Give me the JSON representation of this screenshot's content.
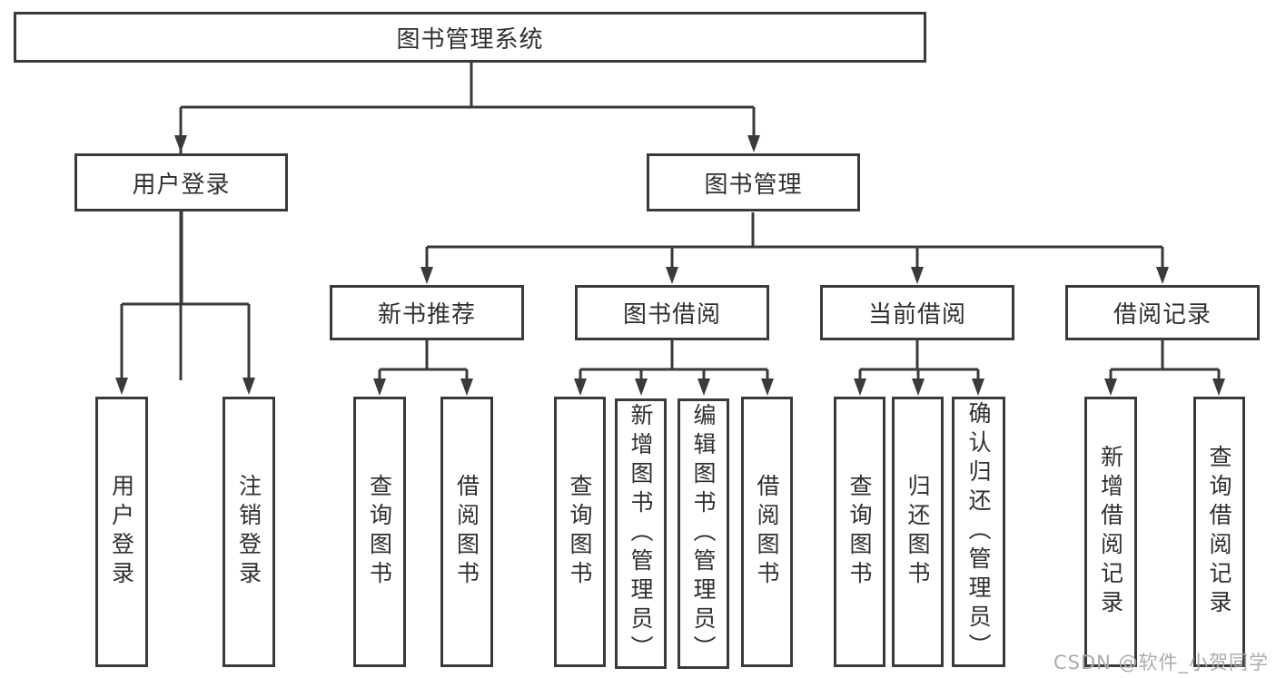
{
  "diagram": {
    "root": {
      "label": "图书管理系统"
    },
    "level2": [
      {
        "label": "用户登录"
      },
      {
        "label": "图书管理"
      }
    ],
    "level3": [
      {
        "label": "新书推荐"
      },
      {
        "label": "图书借阅"
      },
      {
        "label": "当前借阅"
      },
      {
        "label": "借阅记录"
      }
    ],
    "leaves": {
      "user_login": [
        "用户登录",
        "注销登录"
      ],
      "new_book_recommend": [
        "查询图书",
        "借阅图书"
      ],
      "book_borrow": [
        "查询图书",
        "新增图书（管理员）",
        "编辑图书（管理员）",
        "借阅图书"
      ],
      "current_borrow": [
        "查询图书",
        "归还图书",
        "确认归还（管理员）"
      ],
      "borrow_records": [
        "新增借阅记录",
        "查询借阅记录"
      ]
    }
  },
  "watermark": {
    "text": "CSDN @软件_小贺同学"
  },
  "colors": {
    "line": "#3a3a3a",
    "text": "#2f2f2f",
    "watermark": "#ababab",
    "background": "#ffffff"
  }
}
